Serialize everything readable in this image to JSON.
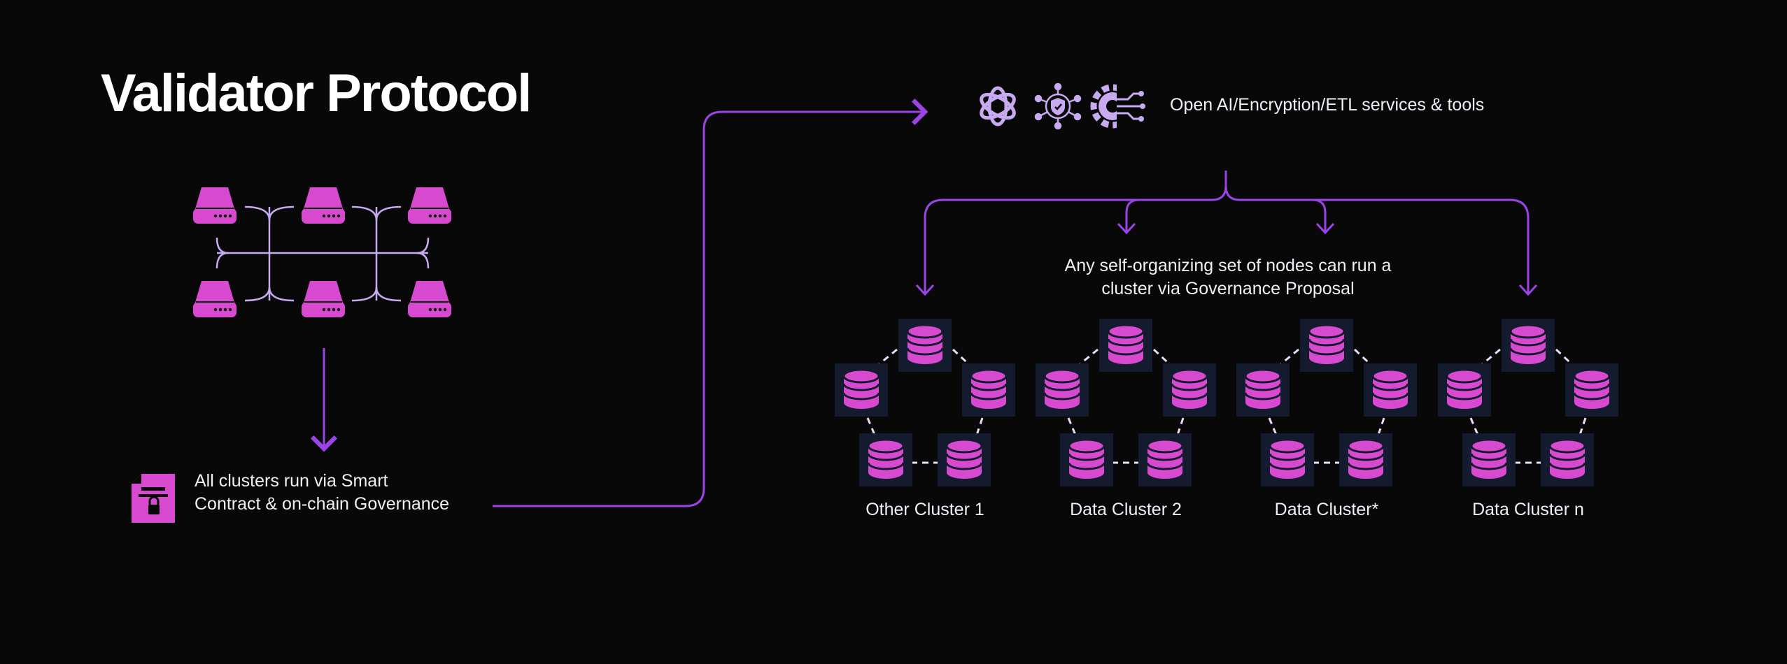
{
  "title": "Validator Protocol",
  "validators": {
    "caption_line1": "All clusters run via Smart",
    "caption_line2": "Contract & on-chain Governance"
  },
  "services": {
    "caption": "Open AI/Encryption/ETL services & tools",
    "icons": [
      "ai-knot-icon",
      "shield-network-icon",
      "gear-circuit-icon"
    ]
  },
  "governance": {
    "caption_line1": "Any self-organizing set of nodes can run a",
    "caption_line2": "cluster via Governance Proposal"
  },
  "clusters": [
    {
      "label": "Other Cluster 1"
    },
    {
      "label": "Data Cluster 2"
    },
    {
      "label": "Data Cluster*"
    },
    {
      "label": "Data Cluster n"
    }
  ],
  "colors": {
    "background": "#080808",
    "magenta": "#d74ad0",
    "purple": "#9a44e8",
    "lavender": "#c7aaf0",
    "node_bg": "#141b2e"
  }
}
